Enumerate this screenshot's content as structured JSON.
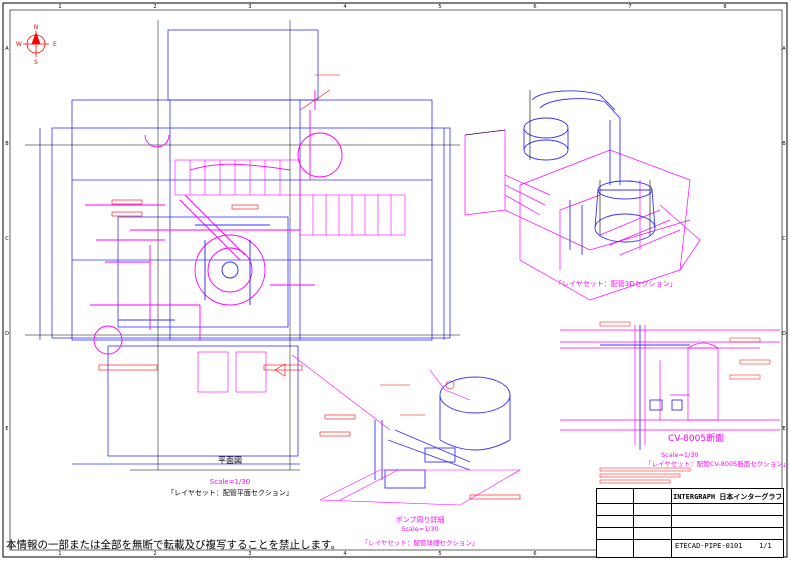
{
  "title_block": {
    "company": "INTERGRAPH 日本インターグラフ",
    "drawing_no": "ETECAD-PIPE-0101",
    "sheet": "1/1"
  },
  "notice": "本情報の一部または全部を無断で転載及び複写することを禁止します。",
  "view_labels": {
    "plan_title": "平面図",
    "plan_scale": "Scale=1/30",
    "layout_plan": "「レイヤセット：配管平面セクション」",
    "layout_iso": "「レイヤセット：配管3Dセクション」",
    "section_title": "CV-8005断面",
    "section_scale": "Scale=1/30",
    "layout_section": "「レイヤセット：配管CV-8005断面セクション」",
    "pump_title": "ポンプ周り詳細",
    "pump_scale": "Scale=1/30",
    "layout_pump": "「レイヤセット：配管詳細セクション」"
  },
  "compass": {
    "north": "N",
    "south": "S",
    "east": "E",
    "west": "W"
  },
  "grid_columns": [
    "1",
    "2",
    "3",
    "4",
    "5",
    "6",
    "7",
    "8"
  ],
  "grid_rows": [
    "A",
    "B",
    "C",
    "D",
    "E"
  ],
  "colors": {
    "magenta": "#ff00ff",
    "blue": "#3333ff",
    "red": "#ff0000",
    "black": "#000000"
  }
}
